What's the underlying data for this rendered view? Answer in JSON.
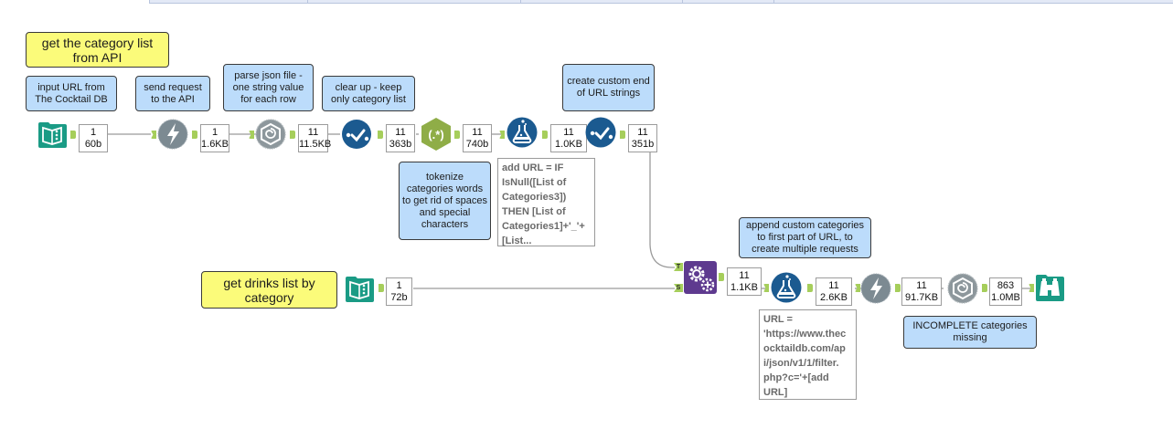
{
  "window": {
    "header_columns": 5
  },
  "comments": {
    "title_top": "get the category list from API",
    "input_url": "input URL from The Cocktail DB",
    "send_request": "send request to the API",
    "parse_json": "parse json file - one string value for each row",
    "clear_up": "clear up - keep only category list",
    "tokenize": "tokenize categories words to get rid of spaces and special characters",
    "create_custom": "create custom end of URL strings",
    "title_bottom": "get drinks list by category",
    "append_custom": "append custom categories to first part of URL, to create multiple requests",
    "incomplete": "INCOMPLETE categories missing"
  },
  "expressions": {
    "formula1": "add URL = IF\nIsNull([List of\nCategories3])\nTHEN [List of\nCategories1]+'_'+\n[List...",
    "formula2": "URL =\n'https://www.thec\nocktaildb.com/ap\ni/json/v1/1/filter.\nphp?c='+[add\nURL]"
  },
  "tools": [
    {
      "name": "text-input-1",
      "icon": "book-icon",
      "color": "#1a9b85"
    },
    {
      "name": "download-1",
      "icon": "lightning-icon",
      "color": "#7c8a92"
    },
    {
      "name": "json-parse-1",
      "icon": "json-parse-icon",
      "color": "#8d979c"
    },
    {
      "name": "select-1",
      "icon": "select-check-icon",
      "color": "#1b5a90"
    },
    {
      "name": "regex-1",
      "icon": "regex-icon",
      "color": "#8fad47"
    },
    {
      "name": "formula-1",
      "icon": "flask-icon",
      "color": "#1b5a90"
    },
    {
      "name": "select-2",
      "icon": "select-check-icon",
      "color": "#1b5a90"
    },
    {
      "name": "text-input-2",
      "icon": "book-icon",
      "color": "#1a9b85"
    },
    {
      "name": "append-fields",
      "icon": "gears-plus-icon",
      "color": "#5e3a8f"
    },
    {
      "name": "formula-2",
      "icon": "flask-icon",
      "color": "#1b5a90"
    },
    {
      "name": "download-2",
      "icon": "lightning-icon",
      "color": "#7c8a92"
    },
    {
      "name": "json-parse-2",
      "icon": "json-parse-icon",
      "color": "#8d979c"
    },
    {
      "name": "browse",
      "icon": "binoculars-icon",
      "color": "#1a9b85"
    }
  ],
  "badges": [
    {
      "records": "1",
      "size": "60b"
    },
    {
      "records": "1",
      "size": "1.6KB"
    },
    {
      "records": "11",
      "size": "11.5KB"
    },
    {
      "records": "11",
      "size": "363b"
    },
    {
      "records": "11",
      "size": "740b"
    },
    {
      "records": "11",
      "size": "1.0KB"
    },
    {
      "records": "11",
      "size": "351b"
    },
    {
      "records": "1",
      "size": "72b"
    },
    {
      "records": "11",
      "size": "1.1KB"
    },
    {
      "records": "11",
      "size": "2.6KB"
    },
    {
      "records": "11",
      "size": "91.7KB"
    },
    {
      "records": "863",
      "size": "1.0MB"
    }
  ],
  "anchors": {
    "target": "T",
    "source": "S"
  }
}
